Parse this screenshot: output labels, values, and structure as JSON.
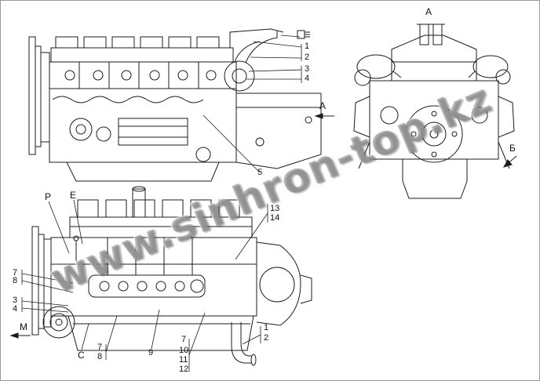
{
  "watermark": {
    "text": "www.sinhron-top.kz"
  },
  "views": {
    "top_side": {
      "view_arrow_label": "A",
      "callouts": {
        "c1": "1",
        "c2": "2",
        "c3": "3",
        "c4": "4",
        "c5": "5"
      }
    },
    "front": {
      "title": "A",
      "section_label": "Б"
    },
    "bottom_side": {
      "view_arrow_label": "M",
      "callouts": {
        "p": "P",
        "e": "E",
        "c13": "13",
        "c14": "14",
        "c7_left": "7",
        "c8_left": "8",
        "c3": "3",
        "c4": "4",
        "c_c": "C",
        "c7_mid": "7",
        "c8_mid": "8",
        "c9": "9",
        "c7_right": "7",
        "c10": "10",
        "c11": "11",
        "c12": "12",
        "c1": "1",
        "c2": "2"
      }
    }
  }
}
